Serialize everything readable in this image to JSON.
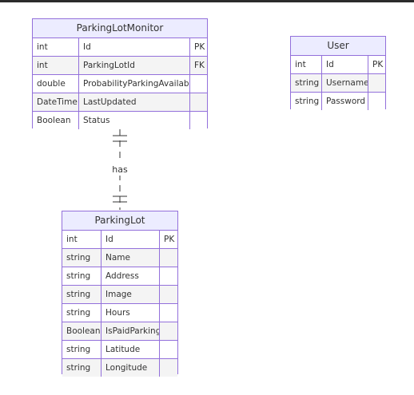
{
  "entities": {
    "monitor": {
      "name": "ParkingLotMonitor",
      "rows": [
        {
          "type": "int",
          "name": "Id",
          "key": "PK"
        },
        {
          "type": "int",
          "name": "ParkingLotId",
          "key": "FK"
        },
        {
          "type": "double",
          "name": "ProbabilityParkingAvailable",
          "key": ""
        },
        {
          "type": "DateTime",
          "name": "LastUpdated",
          "key": ""
        },
        {
          "type": "Boolean",
          "name": "Status",
          "key": ""
        }
      ]
    },
    "user": {
      "name": "User",
      "rows": [
        {
          "type": "int",
          "name": "Id",
          "key": "PK"
        },
        {
          "type": "string",
          "name": "Username",
          "key": ""
        },
        {
          "type": "string",
          "name": "Password",
          "key": ""
        }
      ]
    },
    "parkinglot": {
      "name": "ParkingLot",
      "rows": [
        {
          "type": "int",
          "name": "Id",
          "key": "PK"
        },
        {
          "type": "string",
          "name": "Name",
          "key": ""
        },
        {
          "type": "string",
          "name": "Address",
          "key": ""
        },
        {
          "type": "string",
          "name": "Image",
          "key": ""
        },
        {
          "type": "string",
          "name": "Hours",
          "key": ""
        },
        {
          "type": "Boolean",
          "name": "IsPaidParking",
          "key": ""
        },
        {
          "type": "string",
          "name": "Latitude",
          "key": ""
        },
        {
          "type": "string",
          "name": "Longitude",
          "key": ""
        }
      ]
    }
  },
  "relationship": {
    "label": "has"
  },
  "colors": {
    "border": "#9370db",
    "header": "#ececff",
    "line": "#333333"
  }
}
